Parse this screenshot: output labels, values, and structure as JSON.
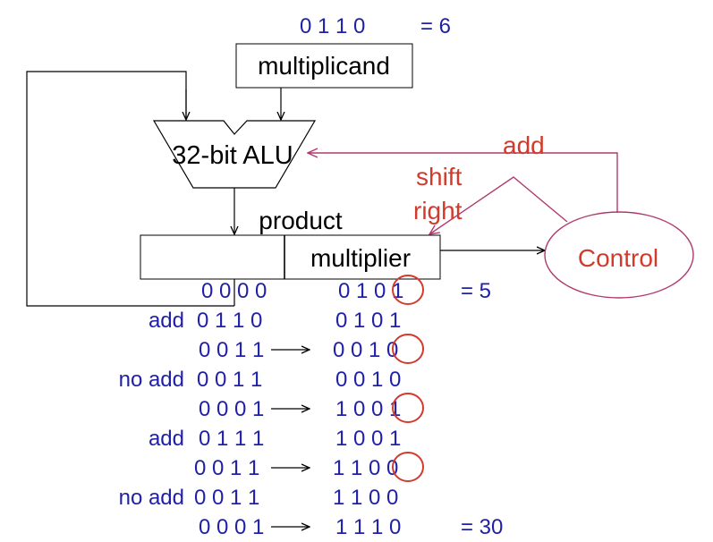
{
  "header": {
    "multiplicand_bits": "0 1 1 0",
    "multiplicand_value": "= 6"
  },
  "blocks": {
    "multiplicand": "multiplicand",
    "alu": "32-bit ALU",
    "product": "product",
    "multiplier": "multiplier",
    "control": "Control"
  },
  "signals": {
    "add": "add",
    "shift": "shift",
    "right": "right"
  },
  "trace_rows": [
    {
      "op": "",
      "left": "0 0 0 0",
      "right": "0 1 0 1",
      "value": "= 5",
      "shift_arrow": false,
      "circle": true
    },
    {
      "op": "add",
      "left": "0 1 1 0",
      "right": "0 1 0 1",
      "value": "",
      "shift_arrow": false,
      "circle": false
    },
    {
      "op": "",
      "left": "0 0 1 1",
      "right": "0 0 1 0",
      "value": "",
      "shift_arrow": true,
      "circle": true
    },
    {
      "op": "no add",
      "left": "0 0 1 1",
      "right": "0 0 1 0",
      "value": "",
      "shift_arrow": false,
      "circle": false
    },
    {
      "op": "",
      "left": "0 0 0 1",
      "right": "1 0 0 1",
      "value": "",
      "shift_arrow": true,
      "circle": true
    },
    {
      "op": "add",
      "left": "0 1 1 1",
      "right": "1 0 0 1",
      "value": "",
      "shift_arrow": false,
      "circle": false
    },
    {
      "op": "",
      "left": "0 0 1 1",
      "right": "1 1 0 0",
      "value": "",
      "shift_arrow": true,
      "circle": true
    },
    {
      "op": "no add",
      "left": "0 0 1 1",
      "right": "1 1 0 0",
      "value": "",
      "shift_arrow": false,
      "circle": false
    },
    {
      "op": "",
      "left": "0 0 0 1",
      "right": "1 1 1 0",
      "value": "= 30",
      "shift_arrow": true,
      "circle": false
    }
  ],
  "colors": {
    "bits": "#1f1fa8",
    "control_path": "#b03a6e",
    "signal_text": "#d23a2c",
    "circle": "#d23a2c"
  }
}
